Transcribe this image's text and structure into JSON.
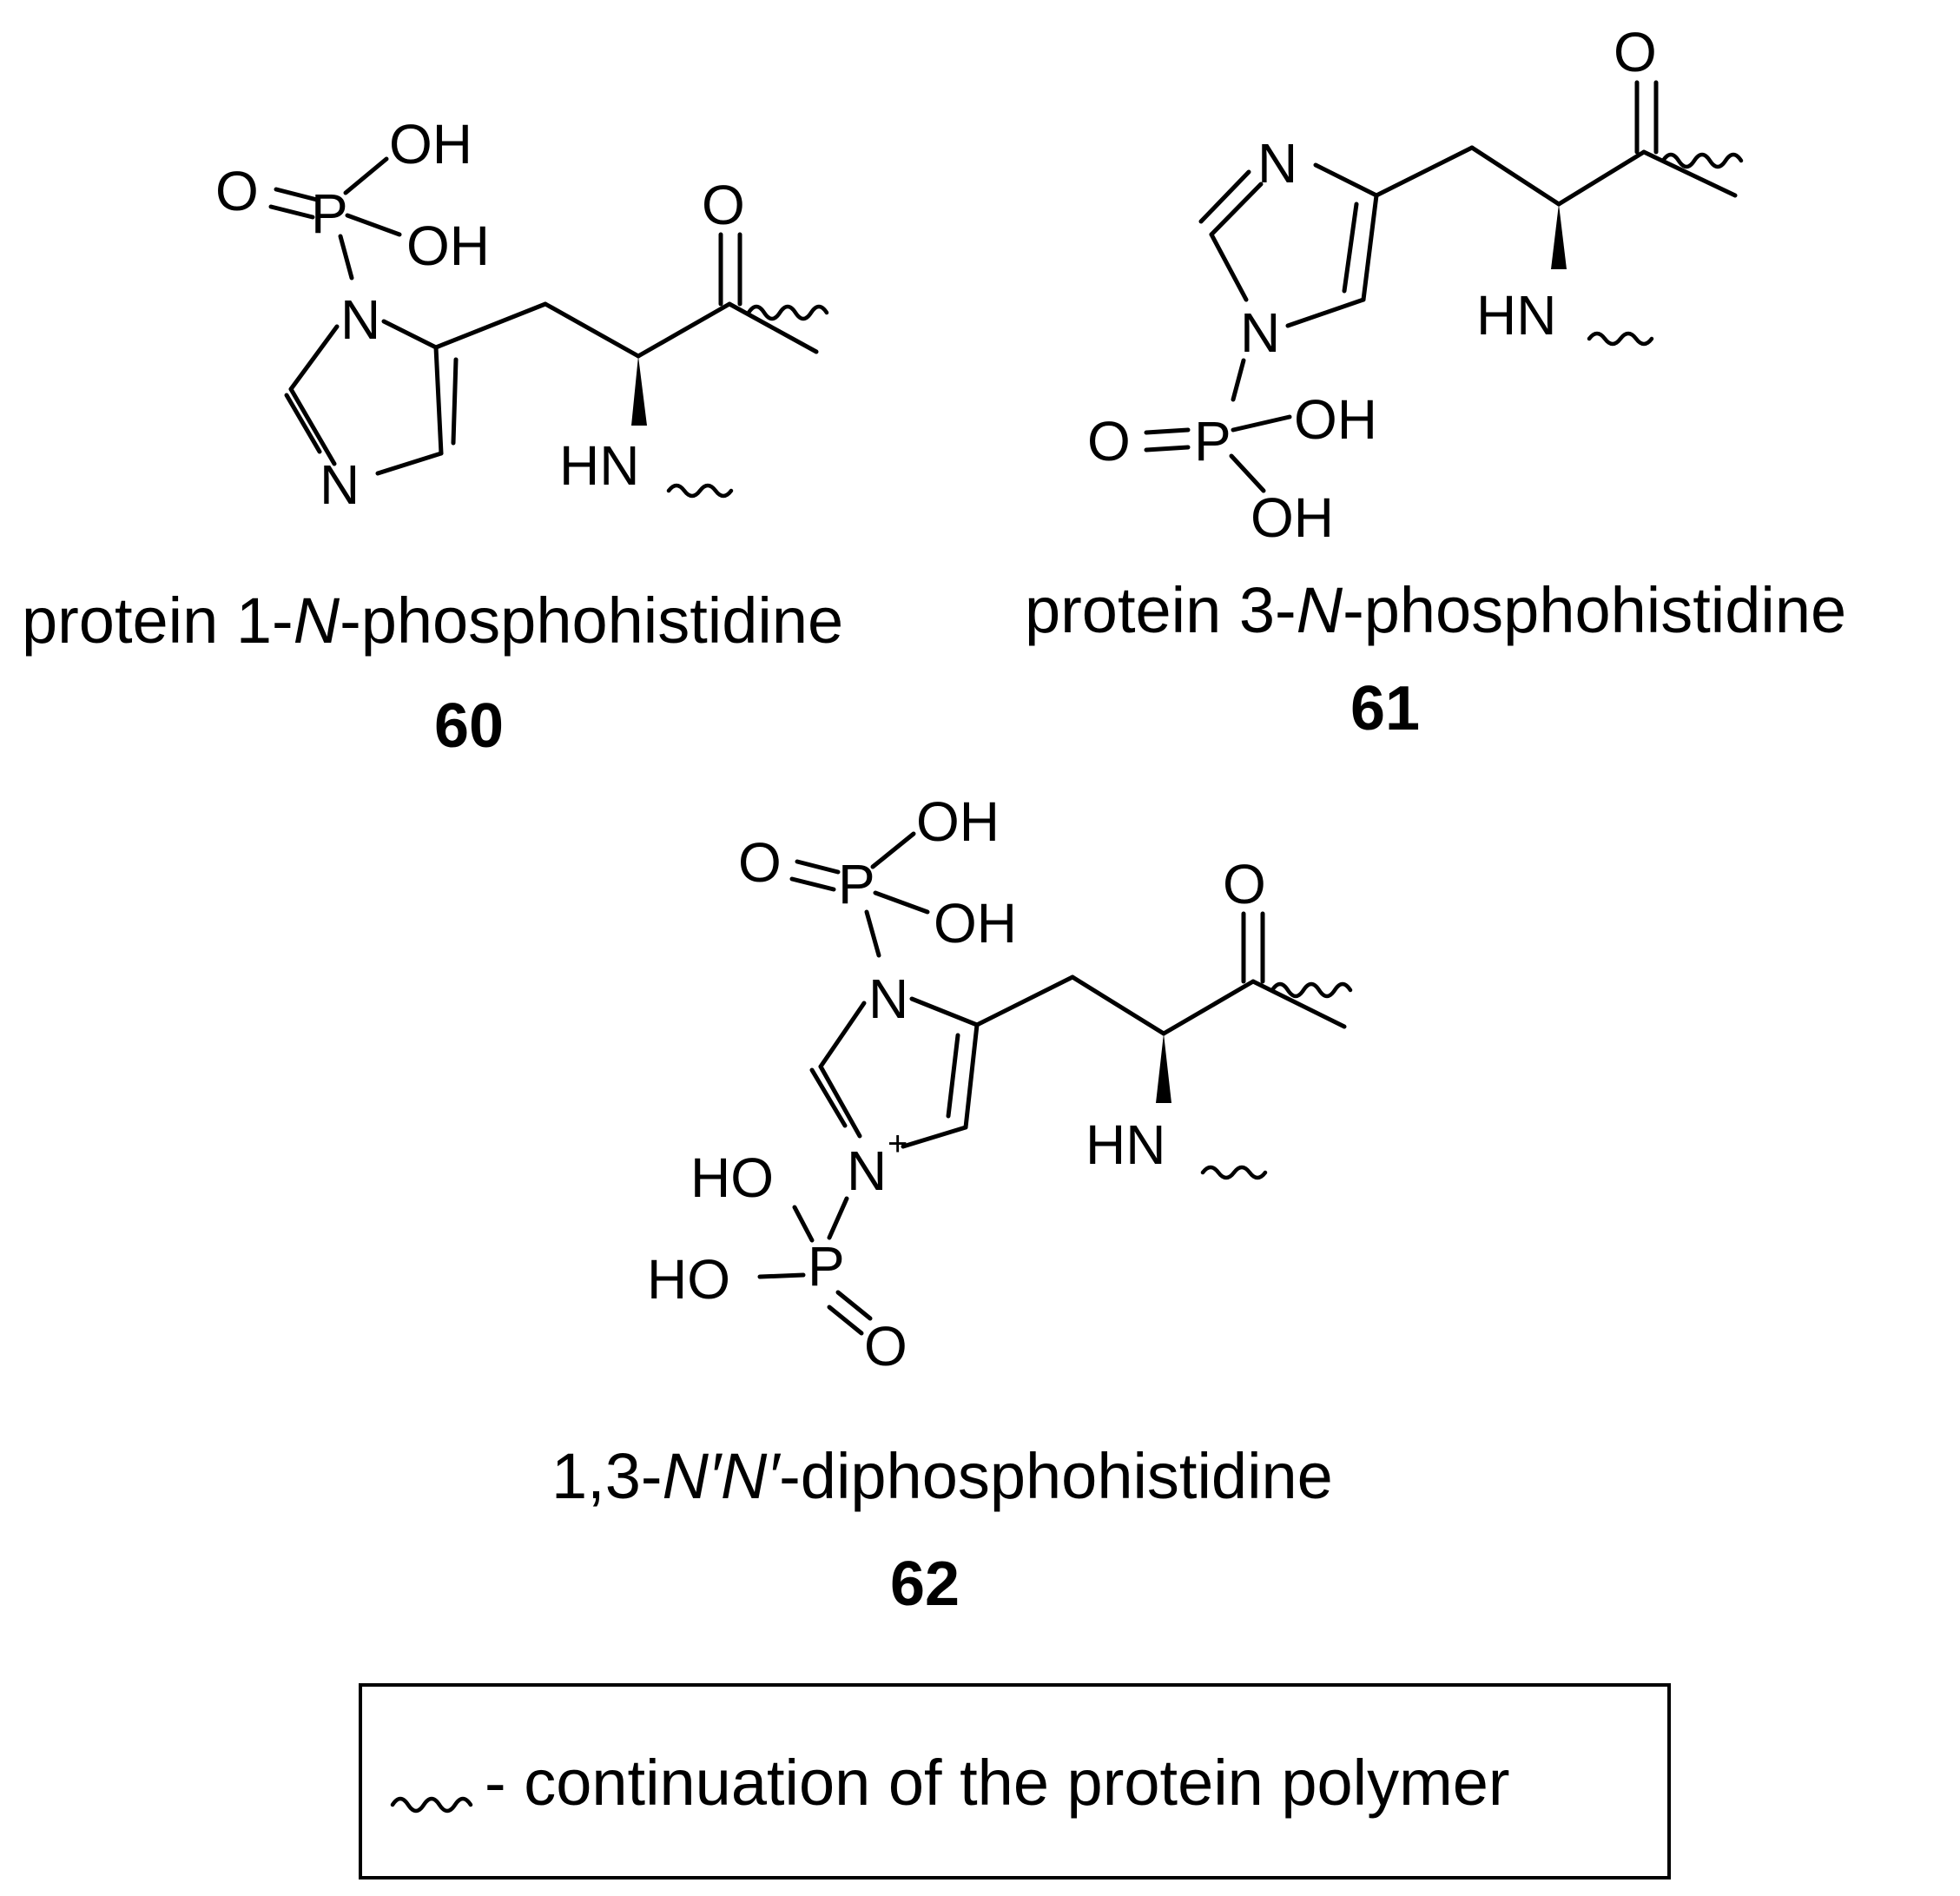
{
  "compounds": [
    {
      "caption_before": "protein 1-",
      "caption_italic": "N",
      "caption_after": "-phosphohistidine",
      "number": "60"
    },
    {
      "caption_before": "protein 3-",
      "caption_italic": "N",
      "caption_after": "-phosphohistidine",
      "number": "61"
    },
    {
      "caption_before": "1,3-",
      "caption_italic": "N′N′",
      "caption_after": "-diphosphohistidine",
      "number": "62"
    }
  ],
  "atoms": {
    "O": "O",
    "OH": "OH",
    "HO": "HO",
    "P": "P",
    "N": "N",
    "HN": "HN",
    "plus": "+"
  },
  "legend": {
    "text": "- continuation of the protein polymer"
  }
}
